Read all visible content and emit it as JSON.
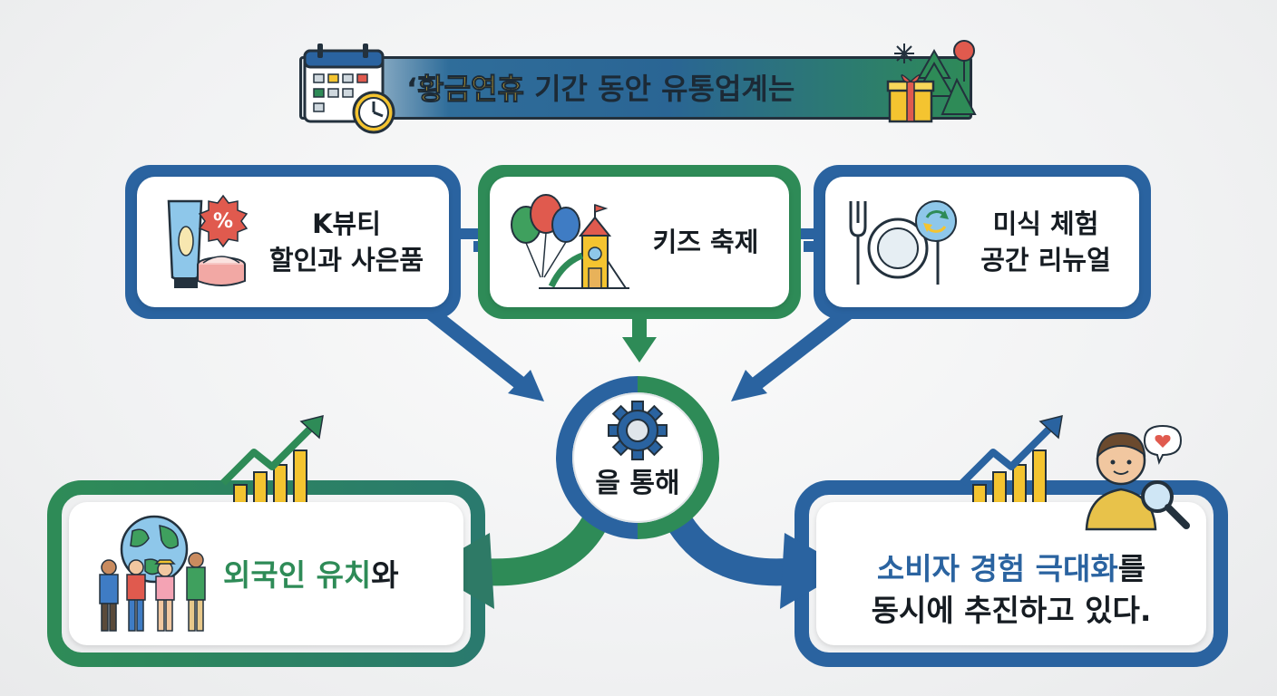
{
  "title": {
    "quote_mark": "‘",
    "highlight": "황금연휴",
    "rest": " 기간 동안 유통업계는"
  },
  "cards": {
    "beauty": {
      "line1": "K뷰티",
      "line2": "할인과 사은품"
    },
    "kids": {
      "line1": "키즈 축제"
    },
    "food": {
      "line1": "미식 체험",
      "line2": "공간 리뉴얼"
    }
  },
  "hub": {
    "label": "을 통해"
  },
  "outcomes": {
    "left": {
      "highlight": "외국인 유치",
      "suffix": "와"
    },
    "right": {
      "highlight": "소비자 경험 극대화",
      "suffix": "를",
      "line2": "동시에 추진하고 있다."
    }
  },
  "icons": {
    "calendar": "calendar-clock-icon",
    "gifts": "gift-tree-icon",
    "cosmetics": "cosmetics-discount-icon",
    "playground": "balloons-playground-icon",
    "dining": "plate-cutlery-icon",
    "gear": "gear-icon",
    "growth": "growth-chart-icon",
    "tourists": "tourists-globe-icon",
    "consumer": "consumer-magnifier-icon"
  },
  "colors": {
    "blue": "#2a63a0",
    "green": "#2e8b57",
    "gold": "#f4c430"
  }
}
